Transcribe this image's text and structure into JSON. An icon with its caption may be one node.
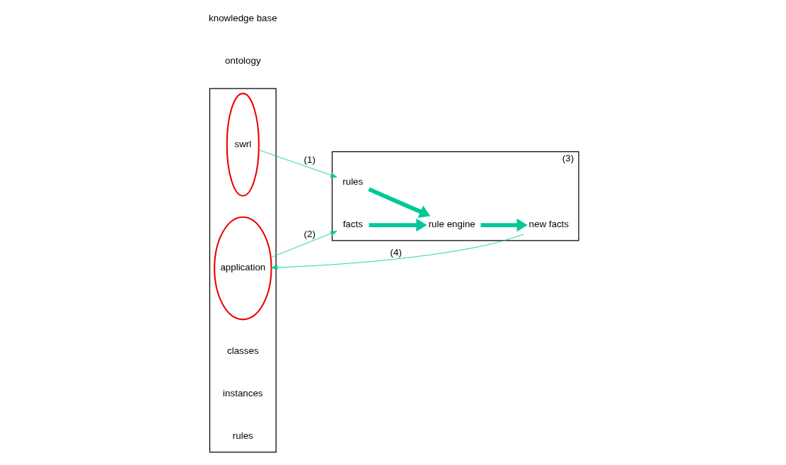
{
  "diagram": {
    "nodes": [
      {
        "text": [],
        "shape": "box"
      },
      {
        "text": [
          "application"
        ],
        "in": 0
      },
      {
        "text": [
          "swrl"
        ],
        "in": 0
      },
      {
        "text": [],
        "shape": "box",
        "beside": [
          "(3)"
        ]
      },
      {
        "text": [
          "rules"
        ],
        "in": 3
      },
      {
        "text": [
          "facts"
        ],
        "in": 3
      },
      {
        "text": [
          "rule engine"
        ],
        "in": 3
      },
      {
        "text": [
          "new facts"
        ],
        "in": 3
      }
    ],
    "edges": [
      {
        "from": 2,
        "to": 4,
        "arrow": "to",
        "label": "(1)"
      },
      {
        "from": 1,
        "to": 5,
        "arrow": "to",
        "label": "(2)"
      },
      {
        "from": 4,
        "to": 6,
        "arrow": "to",
        "style": "thick"
      },
      {
        "from": 5,
        "to": 6,
        "arrow": "to",
        "style": "thick"
      },
      {
        "from": 6,
        "to": 7,
        "arrow": "to",
        "style": "thick"
      },
      {
        "from": 7,
        "to": 1,
        "arrow": "to",
        "label": "(4)"
      }
    ],
    "labels": [
      "ontology",
      "knowledge base",
      "classes",
      "instances",
      "rules"
    ]
  }
}
